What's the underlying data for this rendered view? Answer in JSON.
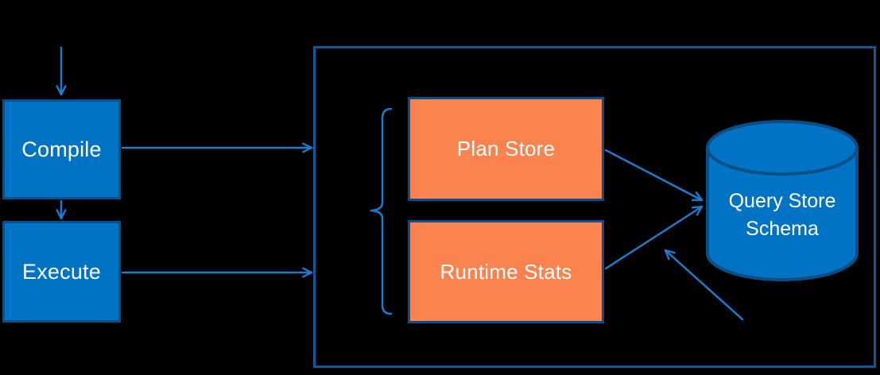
{
  "nodes": {
    "compile": {
      "label": "Compile"
    },
    "execute": {
      "label": "Execute"
    },
    "plan_store": {
      "label": "Plan Store"
    },
    "runtime_stats": {
      "label": "Runtime Stats"
    },
    "query_store_schema": {
      "label": "Query Store Schema"
    }
  },
  "edges": [
    {
      "from": "start",
      "to": "compile",
      "style": "arrow-down"
    },
    {
      "from": "compile",
      "to": "execute",
      "style": "arrow-down"
    },
    {
      "from": "compile",
      "to": "container",
      "style": "arrow-right"
    },
    {
      "from": "execute",
      "to": "container",
      "style": "arrow-right"
    },
    {
      "from": "plan_store",
      "to": "query_store_schema",
      "style": "arrow"
    },
    {
      "from": "runtime_stats",
      "to": "query_store_schema",
      "style": "arrow"
    },
    {
      "from": "offscreen-bottom-right",
      "to": "query_store_schema",
      "style": "arrow"
    }
  ],
  "shapes": {
    "container": "unlabeled rectangle grouping plan store and runtime stats",
    "brace": "left brace grouping plan store and runtime stats",
    "database_cylinder": "query store schema"
  },
  "colors": {
    "bg": "#000000",
    "text": "#ffffff",
    "node_fill": "#0173c5",
    "node_border": "#03518c",
    "orange_fill": "#fb8350",
    "orange_border": "#07508f",
    "container_border": "#0d5a9b",
    "connector": "#1b7cd0",
    "cylinder_fill": "#0173c5",
    "cylinder_border": "#0a4e86"
  }
}
